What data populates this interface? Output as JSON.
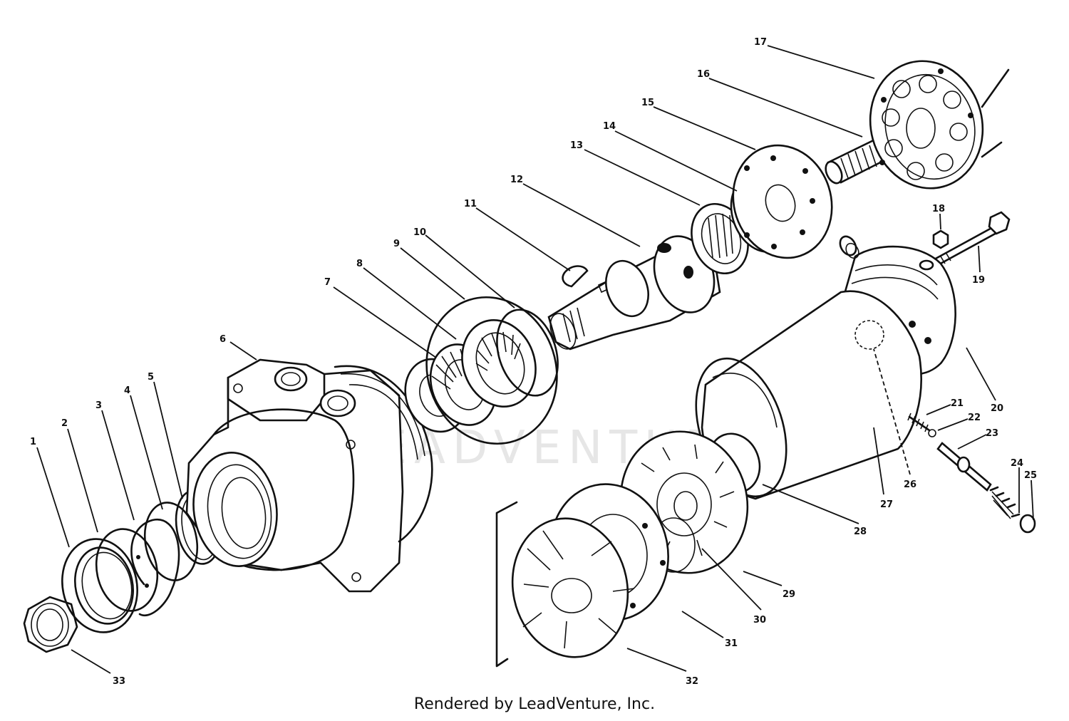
{
  "diagram": {
    "watermark": "LEADVENTURE",
    "credit": "Rendered by LeadVenture, Inc.",
    "callouts": [
      {
        "id": "1",
        "text": "1"
      },
      {
        "id": "2",
        "text": "2"
      },
      {
        "id": "3",
        "text": "3"
      },
      {
        "id": "4",
        "text": "4"
      },
      {
        "id": "5",
        "text": "5"
      },
      {
        "id": "6",
        "text": "6"
      },
      {
        "id": "7",
        "text": "7"
      },
      {
        "id": "8",
        "text": "8"
      },
      {
        "id": "9",
        "text": "9"
      },
      {
        "id": "10",
        "text": "10"
      },
      {
        "id": "11",
        "text": "11"
      },
      {
        "id": "12",
        "text": "12"
      },
      {
        "id": "13",
        "text": "13"
      },
      {
        "id": "14",
        "text": "14"
      },
      {
        "id": "15",
        "text": "15"
      },
      {
        "id": "16",
        "text": "16"
      },
      {
        "id": "17",
        "text": "17"
      },
      {
        "id": "18",
        "text": "18"
      },
      {
        "id": "19",
        "text": "19"
      },
      {
        "id": "20",
        "text": "20"
      },
      {
        "id": "21",
        "text": "21"
      },
      {
        "id": "22",
        "text": "22"
      },
      {
        "id": "23",
        "text": "23"
      },
      {
        "id": "24",
        "text": "24"
      },
      {
        "id": "25",
        "text": "25"
      },
      {
        "id": "26",
        "text": "26"
      },
      {
        "id": "27",
        "text": "27"
      },
      {
        "id": "28",
        "text": "28"
      },
      {
        "id": "29",
        "text": "29"
      },
      {
        "id": "30",
        "text": "30"
      },
      {
        "id": "31",
        "text": "31"
      },
      {
        "id": "32",
        "text": "32"
      },
      {
        "id": "33",
        "text": "33"
      }
    ]
  }
}
